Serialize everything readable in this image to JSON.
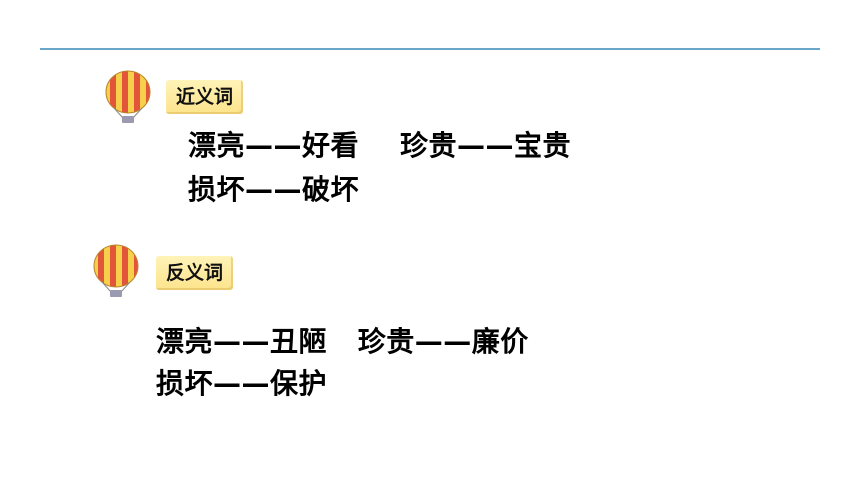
{
  "colors": {
    "rule": "#6aa6c8",
    "balloon_red": "#e2553a",
    "balloon_yellow": "#f6d04a",
    "tag_bg": "#fde48c"
  },
  "sections": [
    {
      "icon": "hot-air-balloon-icon",
      "tag": "近义词",
      "lines": [
        "漂亮——好看    珍贵——宝贵",
        "损坏——破坏"
      ]
    },
    {
      "icon": "hot-air-balloon-icon",
      "tag": "反义词",
      "lines": [
        "漂亮——丑陋   珍贵——廉价",
        "损坏——保护"
      ]
    }
  ]
}
